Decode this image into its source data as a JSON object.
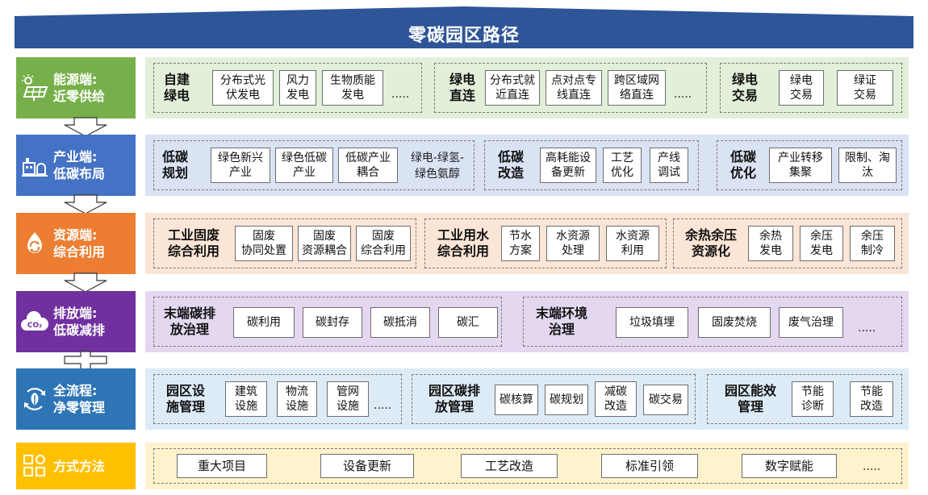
{
  "title": "零碳园区路径",
  "colors": {
    "banner": "#2E5597",
    "energy_label": "#77B04A",
    "energy_bg": "#E2EFD9",
    "industry_label": "#4472C4",
    "industry_bg": "#DAE3F3",
    "resource_label": "#ED7D31",
    "resource_bg": "#FBE5D6",
    "emission_label": "#7030A0",
    "emission_bg": "#E4D7F0",
    "process_label": "#2E75B6",
    "process_bg": "#DDEBF7",
    "method_label": "#FFC000",
    "method_bg": "#FFF2CC"
  },
  "rows": {
    "energy": {
      "label": [
        "能源端:",
        "近零供给"
      ],
      "icon": "solar-panel-icon",
      "groups": [
        {
          "title": [
            "自建",
            "绿电"
          ],
          "items": [
            [
              "分布式光",
              "伏发电"
            ],
            [
              "风力",
              "发电"
            ],
            [
              "生物质能",
              "发电"
            ]
          ],
          "more": "....."
        },
        {
          "title": [
            "绿电",
            "直连"
          ],
          "items": [
            [
              "分布式就",
              "近直连"
            ],
            [
              "点对点专",
              "线直连"
            ],
            [
              "跨区域网",
              "络直连"
            ]
          ],
          "more": "....."
        },
        {
          "title": [
            "绿电",
            "交易"
          ],
          "items": [
            [
              "绿电",
              "交易"
            ],
            [
              "绿证",
              "交易"
            ]
          ]
        }
      ]
    },
    "industry": {
      "label": [
        "产业端:",
        "低碳布局"
      ],
      "icon": "factory-icon",
      "groups": [
        {
          "title": [
            "低碳",
            "规划"
          ],
          "items": [
            [
              "绿色新兴",
              "产业"
            ],
            [
              "绿色低碳",
              "产业"
            ],
            [
              "低碳产业",
              "耦合"
            ]
          ],
          "extra": [
            "绿电-绿氢-",
            "绿色氨醇"
          ]
        },
        {
          "title": [
            "低碳",
            "改造"
          ],
          "items": [
            [
              "高耗能设",
              "备更新"
            ],
            [
              "工艺",
              "优化"
            ],
            [
              "产线",
              "调试"
            ]
          ]
        },
        {
          "title": [
            "低碳",
            "优化"
          ],
          "items": [
            [
              "产业转移",
              "集聚"
            ],
            [
              "限制、淘",
              "汰"
            ]
          ]
        }
      ]
    },
    "resource": {
      "label": [
        "资源端:",
        "综合利用"
      ],
      "icon": "recycle-icon",
      "groups": [
        {
          "title": [
            "工业固废",
            "综合利用"
          ],
          "items": [
            [
              "固废",
              "协同处置"
            ],
            [
              "固废",
              "资源耦合"
            ],
            [
              "固废",
              "综合利用"
            ]
          ]
        },
        {
          "title": [
            "工业用水",
            "综合利用"
          ],
          "items": [
            [
              "节水",
              "方案"
            ],
            [
              "水资源",
              "处理"
            ],
            [
              "水资源",
              "利用"
            ]
          ]
        },
        {
          "title": [
            "余热余压",
            "资源化"
          ],
          "items": [
            [
              "余热",
              "发电"
            ],
            [
              "余压",
              "发电"
            ],
            [
              "余压",
              "制冷"
            ]
          ]
        }
      ]
    },
    "emission": {
      "label": [
        "排放端:",
        "低碳减排"
      ],
      "icon": "co2-icon",
      "icon_text": "CO₂",
      "groups": [
        {
          "title": [
            "末端碳排",
            "放治理"
          ],
          "items": [
            [
              "碳利用"
            ],
            [
              "碳封存"
            ],
            [
              "碳抵消"
            ],
            [
              "碳汇"
            ]
          ]
        },
        {
          "title": [
            "末端环境",
            "治理"
          ],
          "items": [
            [
              "垃圾填埋"
            ],
            [
              "固废焚烧"
            ],
            [
              "废气治理"
            ]
          ],
          "more": "....."
        }
      ]
    },
    "process": {
      "label": [
        "全流程:",
        "净零管理"
      ],
      "icon": "eco-cycle-icon",
      "groups": [
        {
          "title": [
            "园区设",
            "施管理"
          ],
          "items": [
            [
              "建筑",
              "设施"
            ],
            [
              "物流",
              "设施"
            ],
            [
              "管网",
              "设施"
            ]
          ],
          "more": "....."
        },
        {
          "title": [
            "园区碳排",
            "放管理"
          ],
          "items": [
            [
              "碳核算"
            ],
            [
              "碳规划"
            ],
            [
              "减碳",
              "改造"
            ],
            [
              "碳交易"
            ]
          ]
        },
        {
          "title": [
            "园区能效",
            "管理"
          ],
          "items": [
            [
              "节能",
              "诊断"
            ],
            [
              "节能",
              "改造"
            ]
          ]
        }
      ]
    },
    "method": {
      "label": [
        "方式方法"
      ],
      "icon": "grid-apps-icon",
      "items": [
        "重大项目",
        "设备更新",
        "工艺改造",
        "标准引领",
        "数字赋能"
      ],
      "more": "....."
    }
  }
}
